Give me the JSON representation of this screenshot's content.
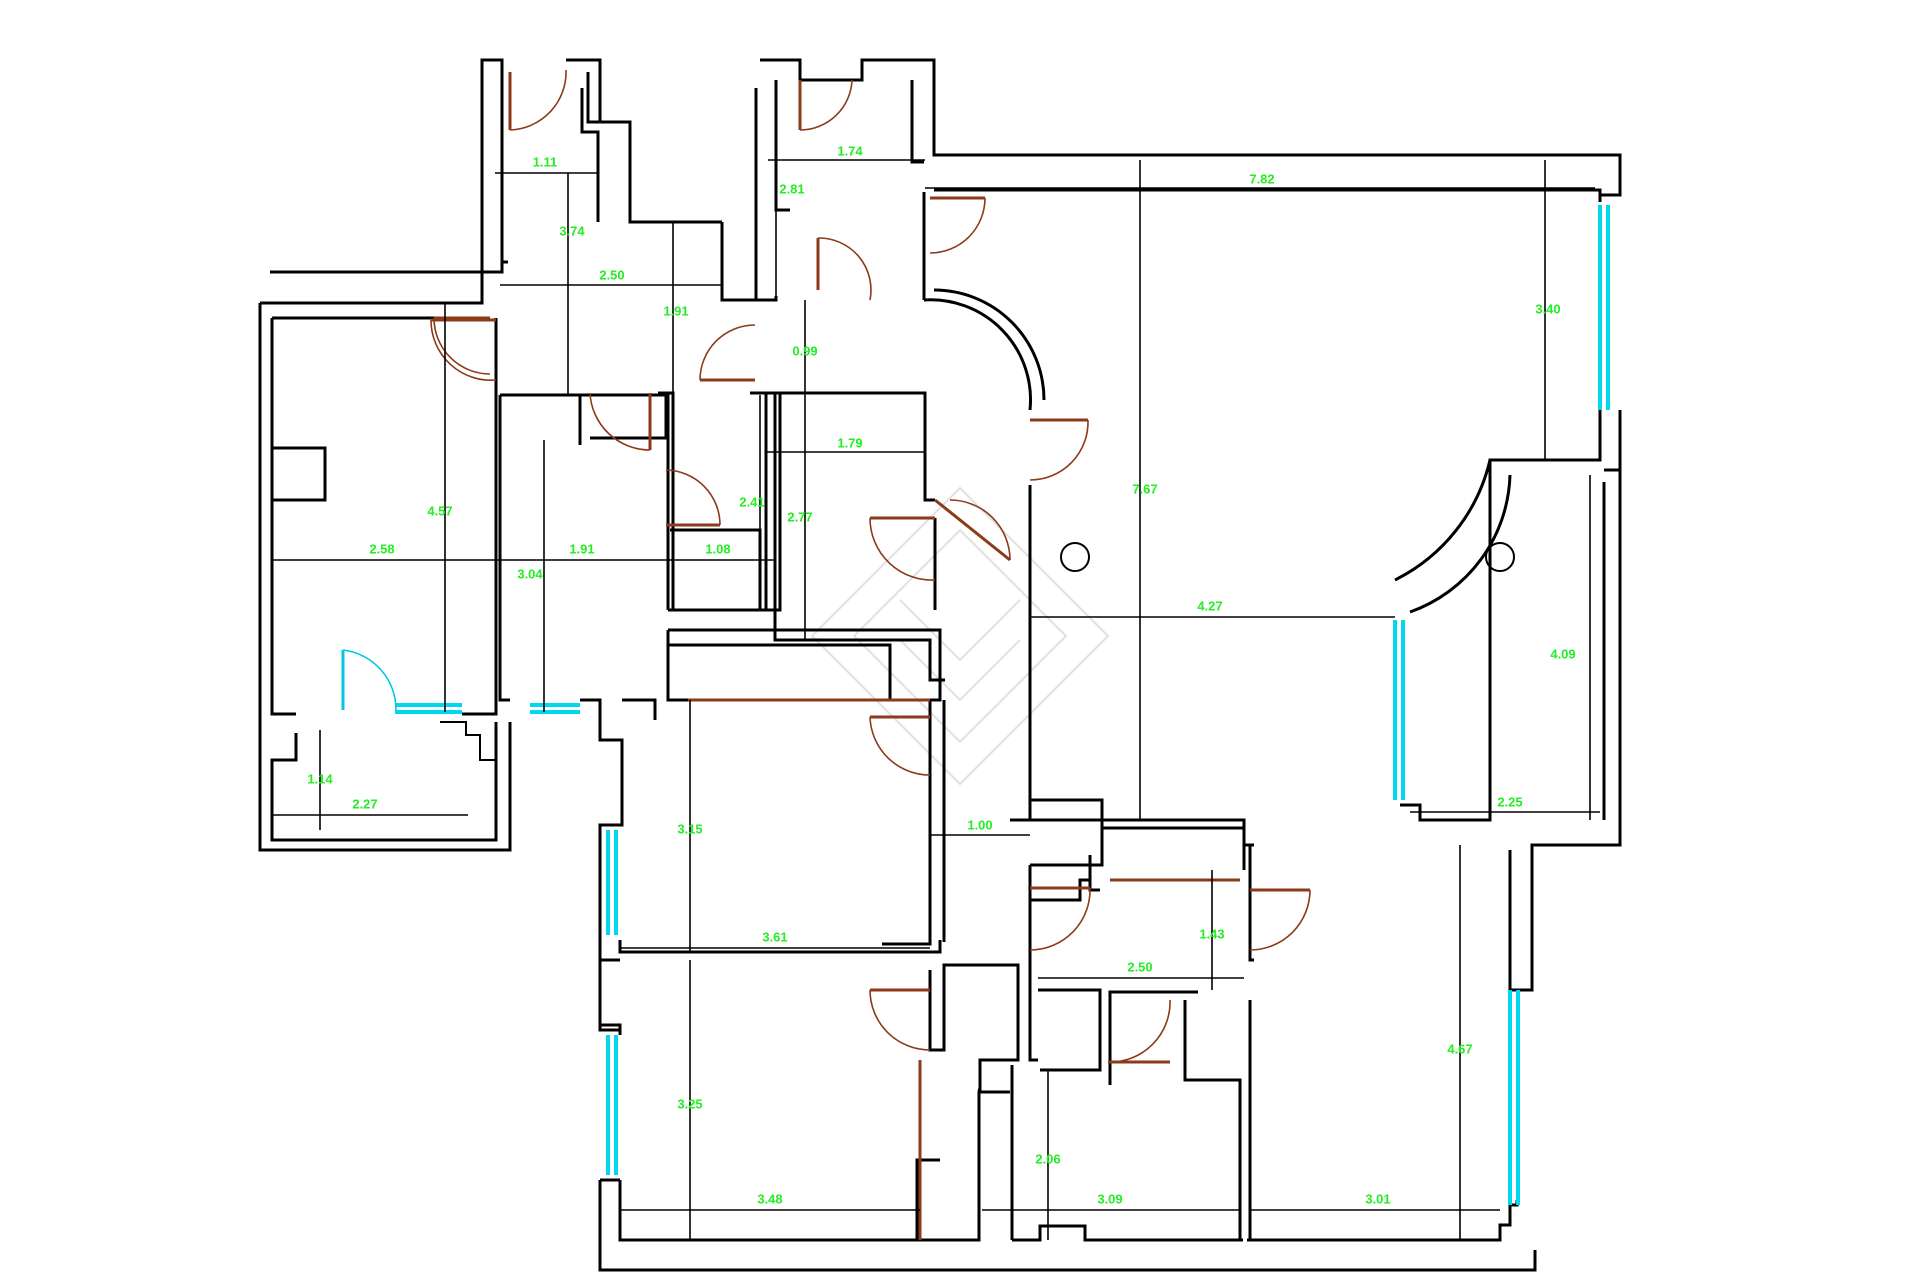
{
  "floor_plan": {
    "dimensions": [
      {
        "id": "d01",
        "label": "1.11",
        "orient": "h"
      },
      {
        "id": "d02",
        "label": "1.74",
        "orient": "h"
      },
      {
        "id": "d03",
        "label": "7.82",
        "orient": "h"
      },
      {
        "id": "d04",
        "label": "2.81",
        "orient": "v"
      },
      {
        "id": "d05",
        "label": "3.74",
        "orient": "v"
      },
      {
        "id": "d06",
        "label": "2.50",
        "orient": "h"
      },
      {
        "id": "d07",
        "label": "1.91",
        "orient": "v"
      },
      {
        "id": "d08",
        "label": "0.99",
        "orient": "v"
      },
      {
        "id": "d09",
        "label": "3.40",
        "orient": "v"
      },
      {
        "id": "d10",
        "label": "1.79",
        "orient": "h"
      },
      {
        "id": "d11",
        "label": "4.57",
        "orient": "v"
      },
      {
        "id": "d12",
        "label": "2.41",
        "orient": "v"
      },
      {
        "id": "d13",
        "label": "2.77",
        "orient": "v"
      },
      {
        "id": "d14",
        "label": "7.67",
        "orient": "v"
      },
      {
        "id": "d15",
        "label": "2.58",
        "orient": "h"
      },
      {
        "id": "d16",
        "label": "1.91",
        "orient": "h"
      },
      {
        "id": "d17",
        "label": "1.08",
        "orient": "h"
      },
      {
        "id": "d18",
        "label": "3.04",
        "orient": "v"
      },
      {
        "id": "d19",
        "label": "4.27",
        "orient": "h"
      },
      {
        "id": "d20",
        "label": "4.09",
        "orient": "v"
      },
      {
        "id": "d21",
        "label": "1.14",
        "orient": "v"
      },
      {
        "id": "d22",
        "label": "2.27",
        "orient": "h"
      },
      {
        "id": "d23",
        "label": "3.15",
        "orient": "v"
      },
      {
        "id": "d24",
        "label": "1.00",
        "orient": "h"
      },
      {
        "id": "d25",
        "label": "2.25",
        "orient": "h"
      },
      {
        "id": "d26",
        "label": "1.43",
        "orient": "v"
      },
      {
        "id": "d27",
        "label": "3.61",
        "orient": "h"
      },
      {
        "id": "d28",
        "label": "2.50",
        "orient": "h"
      },
      {
        "id": "d29",
        "label": "4.67",
        "orient": "v"
      },
      {
        "id": "d30",
        "label": "3.25",
        "orient": "v"
      },
      {
        "id": "d31",
        "label": "2.06",
        "orient": "v"
      },
      {
        "id": "d32",
        "label": "3.48",
        "orient": "h"
      },
      {
        "id": "d33",
        "label": "3.09",
        "orient": "h"
      },
      {
        "id": "d34",
        "label": "3.01",
        "orient": "h"
      }
    ],
    "colors": {
      "wall": "#000000",
      "door": "#8b3a1a",
      "window": "#00d8f0",
      "dimension_text": "#22ee22",
      "background": "#ffffff",
      "watermark": "#c8c8c8"
    },
    "icons": [
      "watermark-logo-icon",
      "column-icon"
    ]
  }
}
